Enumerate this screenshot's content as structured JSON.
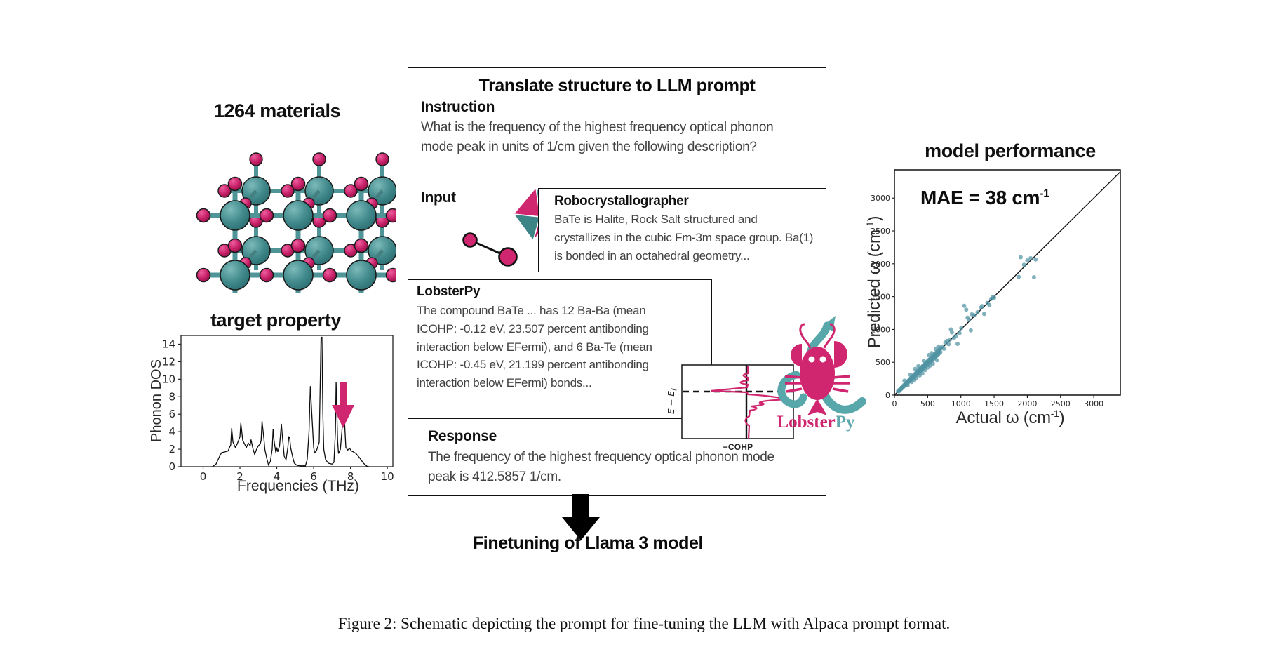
{
  "figure": {
    "materials_title": "1264 materials",
    "target_property_title": "target property",
    "finetune_label": "Finetuning of Llama 3 model",
    "caption": "Figure 2: Schematic depicting the prompt for fine-tuning the LLM with Alpaca prompt format."
  },
  "prompt_box": {
    "title": "Translate structure to LLM prompt",
    "instruction_label": "Instruction",
    "instruction_text": "What is the frequency of the highest frequency optical phonon mode peak in units of 1/cm given the following description?",
    "input_label": "Input",
    "robocrystallographer": {
      "title": "Robocrystallographer",
      "text": "BaTe is Halite, Rock Salt structured and crystallizes in the cubic Fm-3m space group. Ba(1) is bonded in an octahedral geometry..."
    },
    "lobsterpy": {
      "title": "LobsterPy",
      "text": "The compound BaTe ... has 12 Ba-Ba (mean ICOHP: -0.12 eV, 23.507 percent antibonding interaction below EFermi), and 6 Ba-Te (mean ICOHP: -0.45 eV, 21.199 percent antibonding interaction below EFermi) bonds..."
    },
    "response_label": "Response",
    "response_text": "The frequency of the highest frequency optical phonon mode peak is 412.5857 1/cm."
  },
  "cohp_plot": {
    "xlabel": "−COHP",
    "ylabel_main": "E − E",
    "ylabel_sub": "f"
  },
  "lobsterpy_logo": {
    "pink": "Lobster",
    "teal": "Py"
  },
  "performance": {
    "title": "model performance",
    "mae_text": "MAE = 38 cm",
    "mae_sup": "-1",
    "xlabel_text": "Actual ω (cm",
    "xlabel_sup": "-1",
    "xlabel_close": ")",
    "ylabel_text": "Predicted ω (cm",
    "ylabel_sup": "-1",
    "ylabel_close": ")"
  },
  "colors": {
    "pink": "#d0266f",
    "teal": "#4f9598",
    "scatter": "#4f93a2",
    "line": "#0d0d0d",
    "text": "#1a1a1a",
    "body_text": "#414141"
  },
  "chart_data": [
    {
      "type": "line",
      "name": "phonon_dos",
      "title": "target property",
      "xlabel": "Frequencies (THz)",
      "ylabel": "Phonon DOS",
      "xlim": [
        -1.2,
        10.3
      ],
      "ylim": [
        0,
        15
      ],
      "xticks": [
        0,
        2,
        4,
        6,
        8,
        10
      ],
      "yticks": [
        0,
        2,
        4,
        6,
        8,
        10,
        12,
        14
      ],
      "grid": false,
      "arrow_x": 7.6,
      "points": [
        [
          0.5,
          0
        ],
        [
          0.7,
          0.3
        ],
        [
          0.9,
          1.2
        ],
        [
          1.0,
          1.6
        ],
        [
          1.2,
          1.7
        ],
        [
          1.35,
          1.8
        ],
        [
          1.5,
          2.5
        ],
        [
          1.55,
          4.4
        ],
        [
          1.62,
          2.8
        ],
        [
          1.75,
          2.2
        ],
        [
          1.85,
          2.6
        ],
        [
          2.0,
          3.4
        ],
        [
          2.05,
          5.0
        ],
        [
          2.15,
          3.0
        ],
        [
          2.25,
          2.6
        ],
        [
          2.35,
          2.2
        ],
        [
          2.45,
          2.7
        ],
        [
          2.55,
          2.4
        ],
        [
          2.6,
          3.1
        ],
        [
          2.7,
          2.1
        ],
        [
          2.8,
          1.4
        ],
        [
          2.9,
          2.0
        ],
        [
          3.0,
          2.4
        ],
        [
          3.1,
          2.6
        ],
        [
          3.15,
          3.0
        ],
        [
          3.2,
          5.2
        ],
        [
          3.3,
          3.2
        ],
        [
          3.35,
          2.0
        ],
        [
          3.45,
          1.0
        ],
        [
          3.55,
          0.2
        ],
        [
          3.65,
          0.6
        ],
        [
          3.75,
          2.0
        ],
        [
          3.8,
          4.3
        ],
        [
          3.85,
          3.0
        ],
        [
          3.95,
          1.6
        ],
        [
          4.0,
          2.2
        ],
        [
          4.05,
          1.7
        ],
        [
          4.15,
          2.4
        ],
        [
          4.25,
          4.9
        ],
        [
          4.3,
          3.6
        ],
        [
          4.4,
          1.2
        ],
        [
          4.5,
          0.8
        ],
        [
          4.6,
          2.2
        ],
        [
          4.65,
          3.4
        ],
        [
          4.7,
          3.3
        ],
        [
          4.75,
          2.2
        ],
        [
          4.85,
          1.2
        ],
        [
          4.95,
          0.4
        ],
        [
          5.1,
          0.15
        ],
        [
          5.3,
          0.1
        ],
        [
          5.55,
          0.1
        ],
        [
          5.65,
          0.8
        ],
        [
          5.75,
          4.0
        ],
        [
          5.82,
          9.2
        ],
        [
          5.9,
          6.0
        ],
        [
          6.0,
          2.2
        ],
        [
          6.05,
          1.6
        ],
        [
          6.15,
          1.8
        ],
        [
          6.3,
          2.8
        ],
        [
          6.4,
          14.8
        ],
        [
          6.45,
          14.8
        ],
        [
          6.5,
          6.0
        ],
        [
          6.55,
          2.0
        ],
        [
          6.65,
          0.8
        ],
        [
          6.8,
          0.4
        ],
        [
          7.0,
          0.3
        ],
        [
          7.1,
          0.5
        ],
        [
          7.18,
          4.0
        ],
        [
          7.22,
          9.7
        ],
        [
          7.3,
          3.0
        ],
        [
          7.35,
          1.5
        ],
        [
          7.45,
          2.0
        ],
        [
          7.55,
          4.5
        ],
        [
          7.6,
          8.6
        ],
        [
          7.68,
          5.0
        ],
        [
          7.75,
          2.2
        ],
        [
          7.85,
          1.9
        ],
        [
          7.95,
          2.1
        ],
        [
          8.05,
          1.8
        ],
        [
          8.15,
          1.7
        ],
        [
          8.3,
          1.5
        ],
        [
          8.5,
          1.0
        ],
        [
          8.7,
          0.4
        ],
        [
          8.9,
          0.05
        ],
        [
          9.0,
          0
        ]
      ]
    },
    {
      "type": "scatter",
      "name": "parity_plot",
      "title": "model performance",
      "annotation": "MAE = 38 cm^-1",
      "xlabel": "Actual ω (cm^-1)",
      "ylabel": "Predicted ω (cm^-1)",
      "xlim": [
        0,
        3400
      ],
      "ylim": [
        0,
        3430
      ],
      "xticks": [
        0,
        500,
        1000,
        1500,
        2000,
        2500,
        3000
      ],
      "yticks": [
        0,
        500,
        1000,
        1500,
        2000,
        2500,
        3000
      ],
      "identity_line": true,
      "grid": false,
      "points": [
        [
          55,
          60
        ],
        [
          65,
          58
        ],
        [
          75,
          80
        ],
        [
          85,
          78
        ],
        [
          95,
          100
        ],
        [
          100,
          92
        ],
        [
          110,
          115
        ],
        [
          118,
          108
        ],
        [
          125,
          130
        ],
        [
          135,
          126
        ],
        [
          142,
          150
        ],
        [
          150,
          142
        ],
        [
          158,
          165
        ],
        [
          165,
          152
        ],
        [
          172,
          180
        ],
        [
          180,
          170
        ],
        [
          188,
          196
        ],
        [
          195,
          182
        ],
        [
          205,
          214
        ],
        [
          212,
          200
        ],
        [
          220,
          230
        ],
        [
          228,
          214
        ],
        [
          235,
          246
        ],
        [
          242,
          228
        ],
        [
          250,
          262
        ],
        [
          258,
          240
        ],
        [
          265,
          278
        ],
        [
          272,
          255
        ],
        [
          280,
          292
        ],
        [
          288,
          268
        ],
        [
          295,
          308
        ],
        [
          302,
          284
        ],
        [
          310,
          322
        ],
        [
          318,
          298
        ],
        [
          325,
          338
        ],
        [
          332,
          312
        ],
        [
          340,
          354
        ],
        [
          348,
          326
        ],
        [
          355,
          370
        ],
        [
          362,
          340
        ],
        [
          370,
          386
        ],
        [
          378,
          356
        ],
        [
          385,
          400
        ],
        [
          392,
          370
        ],
        [
          400,
          416
        ],
        [
          408,
          384
        ],
        [
          415,
          430
        ],
        [
          422,
          398
        ],
        [
          430,
          446
        ],
        [
          438,
          412
        ],
        [
          445,
          460
        ],
        [
          452,
          426
        ],
        [
          460,
          476
        ],
        [
          468,
          440
        ],
        [
          475,
          490
        ],
        [
          482,
          455
        ],
        [
          490,
          505
        ],
        [
          498,
          468
        ],
        [
          505,
          520
        ],
        [
          512,
          482
        ],
        [
          520,
          536
        ],
        [
          528,
          496
        ],
        [
          535,
          550
        ],
        [
          542,
          510
        ],
        [
          550,
          565
        ],
        [
          558,
          524
        ],
        [
          565,
          580
        ],
        [
          572,
          538
        ],
        [
          580,
          596
        ],
        [
          588,
          552
        ],
        [
          595,
          610
        ],
        [
          602,
          566
        ],
        [
          610,
          626
        ],
        [
          618,
          580
        ],
        [
          625,
          640
        ],
        [
          632,
          596
        ],
        [
          640,
          656
        ],
        [
          648,
          610
        ],
        [
          655,
          670
        ],
        [
          662,
          625
        ],
        [
          670,
          686
        ],
        [
          678,
          640
        ],
        [
          685,
          700
        ],
        [
          692,
          655
        ],
        [
          700,
          716
        ],
        [
          150,
          220
        ],
        [
          200,
          150
        ],
        [
          240,
          310
        ],
        [
          260,
          200
        ],
        [
          300,
          230
        ],
        [
          310,
          400
        ],
        [
          330,
          260
        ],
        [
          360,
          440
        ],
        [
          380,
          300
        ],
        [
          420,
          330
        ],
        [
          440,
          520
        ],
        [
          460,
          380
        ],
        [
          500,
          420
        ],
        [
          520,
          610
        ],
        [
          540,
          450
        ],
        [
          560,
          640
        ],
        [
          580,
          480
        ],
        [
          620,
          700
        ],
        [
          640,
          530
        ],
        [
          660,
          740
        ],
        [
          720,
          740
        ],
        [
          745,
          705
        ],
        [
          765,
          800
        ],
        [
          790,
          825
        ],
        [
          815,
          775
        ],
        [
          830,
          835
        ],
        [
          850,
          1000
        ],
        [
          865,
          955
        ],
        [
          895,
          870
        ],
        [
          925,
          900
        ],
        [
          950,
          780
        ],
        [
          980,
          945
        ],
        [
          1005,
          1020
        ],
        [
          1050,
          1360
        ],
        [
          1080,
          1300
        ],
        [
          1100,
          1180
        ],
        [
          1120,
          1145
        ],
        [
          1150,
          985
        ],
        [
          1165,
          1230
        ],
        [
          1200,
          1215
        ],
        [
          1250,
          1262
        ],
        [
          1300,
          1330
        ],
        [
          1320,
          1355
        ],
        [
          1350,
          1235
        ],
        [
          1400,
          1405
        ],
        [
          1430,
          1370
        ],
        [
          1455,
          1465
        ],
        [
          1480,
          1495
        ],
        [
          1500,
          1482
        ],
        [
          1870,
          1800
        ],
        [
          1900,
          2100
        ],
        [
          1950,
          1985
        ],
        [
          2000,
          2050
        ],
        [
          2050,
          2085
        ],
        [
          2100,
          1795
        ],
        [
          2125,
          2065
        ]
      ]
    },
    {
      "type": "line",
      "name": "cohp_schematic",
      "schematic": true,
      "xlabel": "−COHP",
      "ylabel": "E − E_f",
      "fermi_level_dashed": true,
      "points": [
        [
          0.02,
          0
        ],
        [
          0.02,
          0.2
        ],
        [
          -0.2,
          0.25
        ],
        [
          0.02,
          0.3
        ],
        [
          -0.95,
          0.37
        ],
        [
          0.02,
          0.42
        ],
        [
          0.9,
          0.5
        ],
        [
          0.15,
          0.53
        ],
        [
          0.55,
          0.58
        ],
        [
          0.05,
          0.62
        ],
        [
          0.04,
          0.8
        ],
        [
          -0.12,
          0.87
        ],
        [
          0.0,
          1.0
        ]
      ]
    }
  ]
}
